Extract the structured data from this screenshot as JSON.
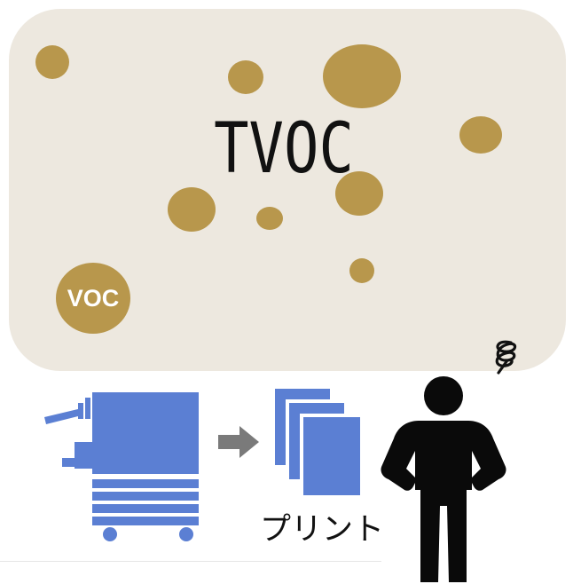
{
  "diagram": {
    "title": "TVOC",
    "voc_label": "VOC",
    "print_label": "プリント"
  },
  "colors": {
    "cloud_background": "#ede8df",
    "particle": "#b8974c",
    "device_blue": "#5b7fd3",
    "arrow_gray": "#7a7a7a",
    "person_black": "#0a0a0a"
  },
  "icons": [
    "printer-icon",
    "right-arrow-icon",
    "paper-stack-icon",
    "person-icon",
    "squiggle-icon"
  ]
}
